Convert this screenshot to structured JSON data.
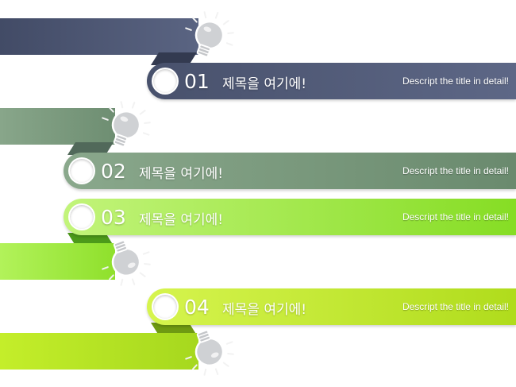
{
  "steps": [
    {
      "number": "01",
      "title": "제목을 여기에!",
      "description": "Descript the title in detail!",
      "color": "#4a5470",
      "color_light": "#5d6785"
    },
    {
      "number": "02",
      "title": "제목을 여기에!",
      "description": "Descript the title in detail!",
      "color": "#6f8f72",
      "color_light": "#8aa88c"
    },
    {
      "number": "03",
      "title": "제목을 여기에!",
      "description": "Descript the title in detail!",
      "color": "#8be02a",
      "color_light": "#c6f57a"
    },
    {
      "number": "04",
      "title": "제목을 여기에!",
      "description": "Descript the title in detail!",
      "color": "#b8e022",
      "color_light": "#d8f25a"
    }
  ],
  "icons": [
    "lightbulb-icon",
    "lightbulb-icon",
    "lightbulb-icon",
    "lightbulb-icon"
  ]
}
